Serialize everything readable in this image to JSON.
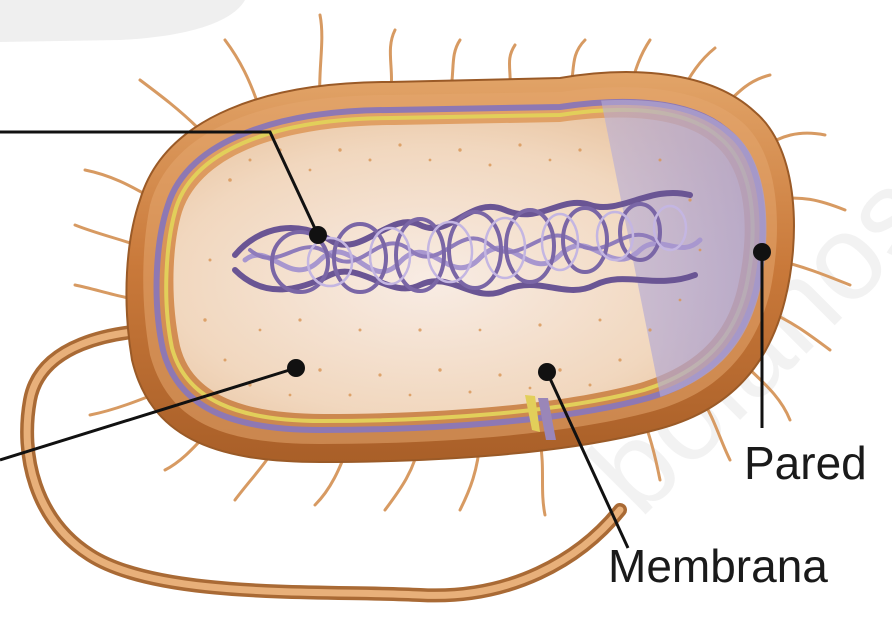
{
  "diagram": {
    "labels": {
      "pared": "Pared",
      "membrana": "Membrana"
    },
    "watermark_text": "bolaños",
    "colors": {
      "wall": "#c97a3a",
      "wall_highlight": "#e6a66a",
      "cytoplasm": "#f3d9bf",
      "dna": "#7f6aa8",
      "membrane_purple": "#9a86b8",
      "membrane_yellow": "#e8d560",
      "leader_line": "#111111"
    }
  }
}
